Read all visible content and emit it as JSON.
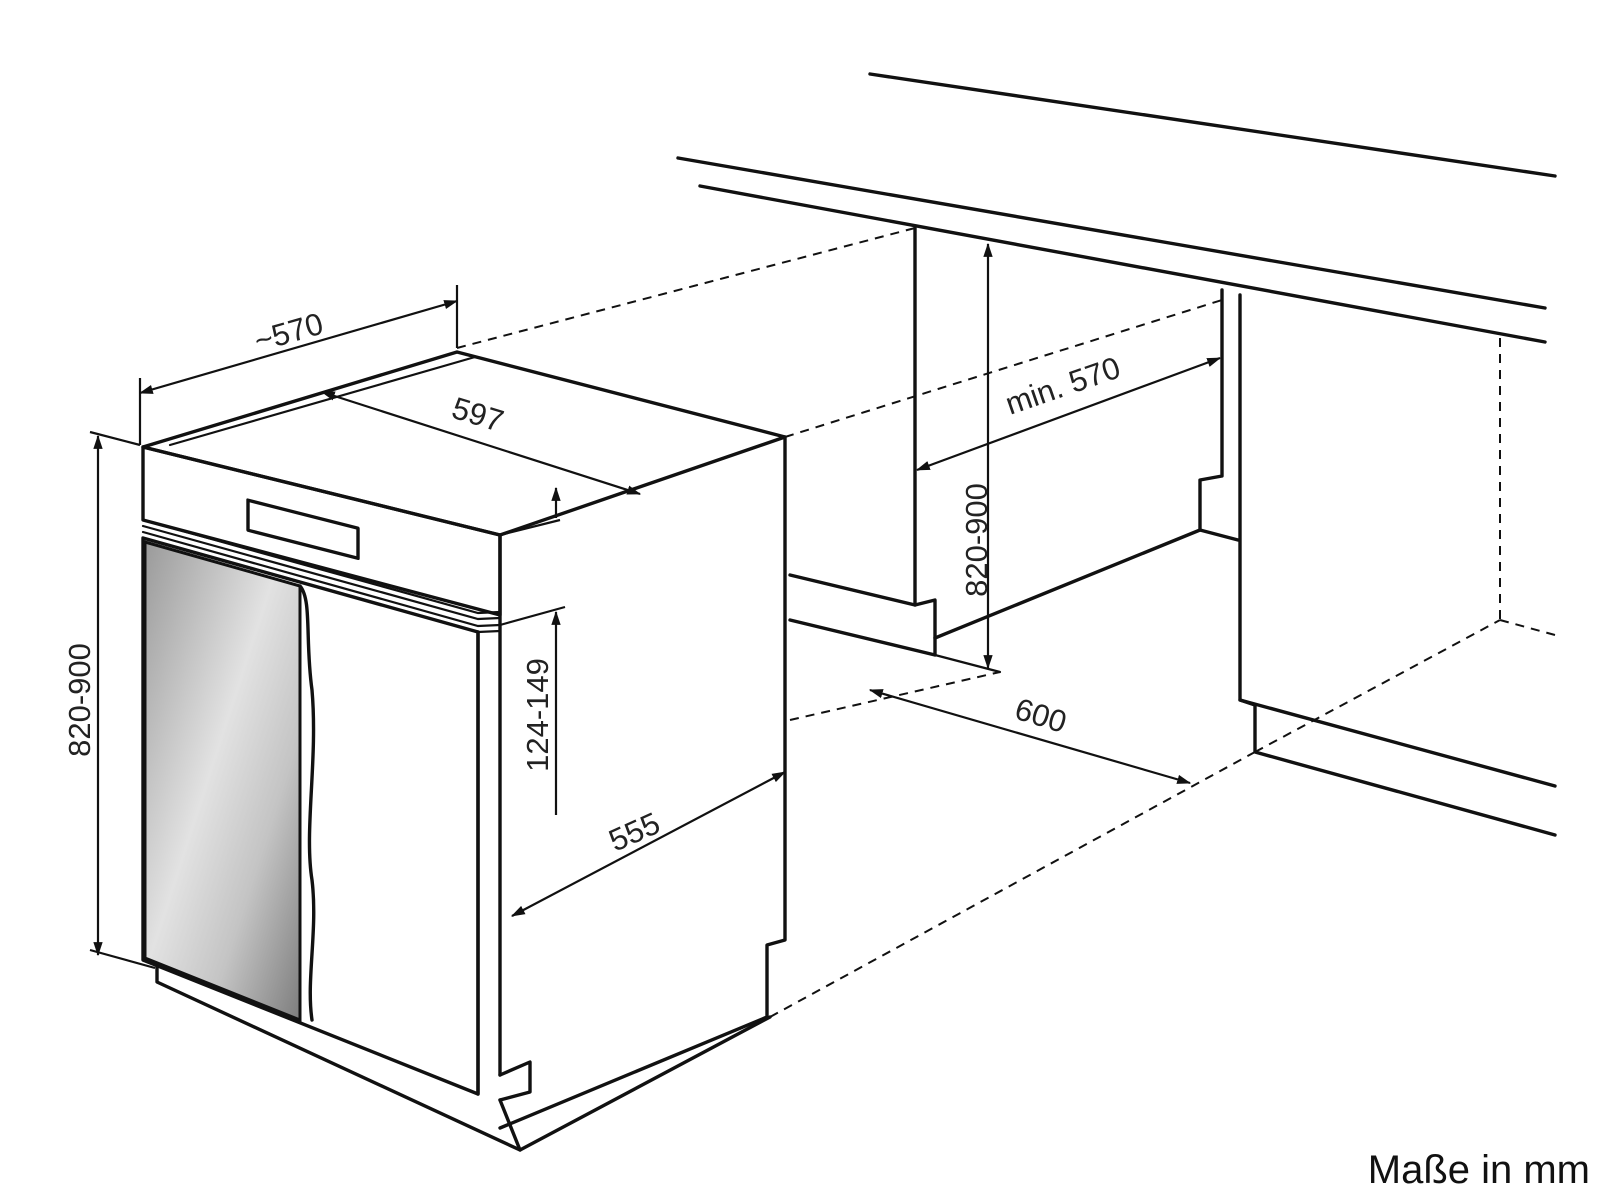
{
  "dimensions": {
    "depth_approx": "~570",
    "width": "597",
    "height_left": "820-900",
    "panel_height": "124-149",
    "plinth_depth": "555",
    "niche_depth": "min. 570",
    "niche_height": "820-900",
    "niche_width": "600"
  },
  "units_label": "Maße in mm",
  "colors": {
    "line": "#111111",
    "panel_light": "#d8d8d8",
    "panel_dark": "#8a8a8a"
  }
}
